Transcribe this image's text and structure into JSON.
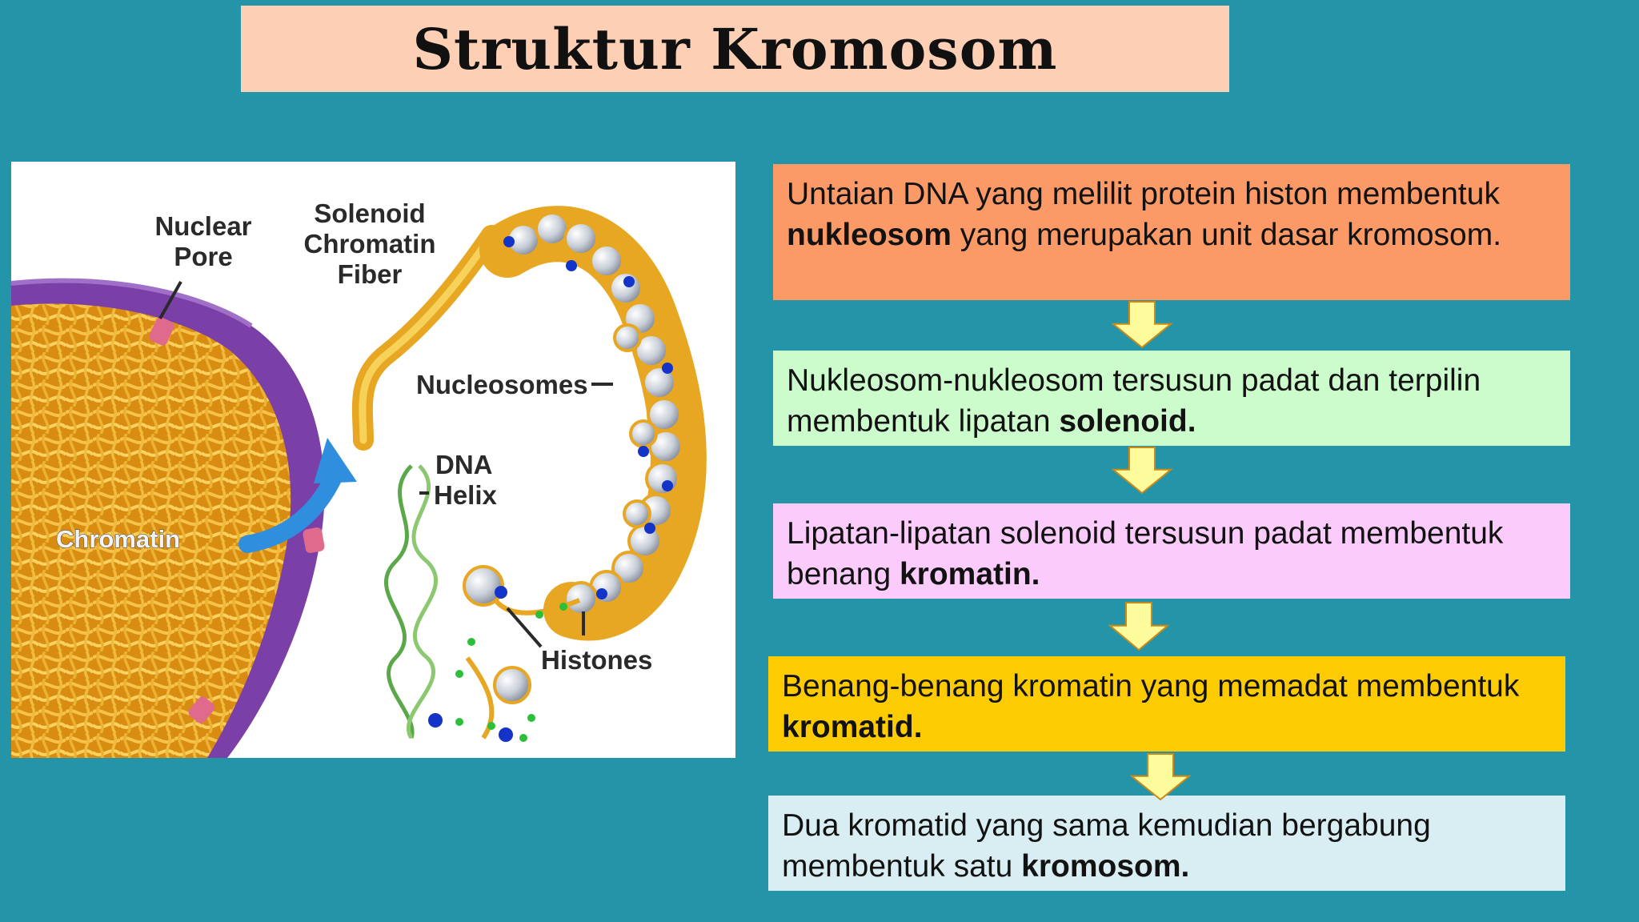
{
  "slide": {
    "title": "Struktur Kromosom"
  },
  "figure": {
    "labels": {
      "nuclear_pore_line1": "Nuclear",
      "nuclear_pore_line2": "Pore",
      "solenoid_line1": "Solenoid",
      "solenoid_line2": "Chromatin",
      "solenoid_line3": "Fiber",
      "nucleosomes": "Nucleosomes",
      "dna_line1": "DNA",
      "dna_line2": "Helix",
      "chromatin": "Chromatin",
      "histones": "Histones"
    },
    "colors": {
      "chromatin_fiber": "#e8a722",
      "nuclear_envelope": "#7b3fa8",
      "nuclear_pore": "#e06a8c",
      "arrow": "#2f8fde",
      "histone": "#c9cfd8",
      "dna_helix": "#5aa84a",
      "marker_blue": "#1433c8",
      "marker_green": "#2bbf3a"
    }
  },
  "steps": [
    {
      "pre": "Untaian DNA yang melilit protein histon membentuk ",
      "bold": "nukleosom",
      "post": " yang merupakan unit dasar kromosom.",
      "color": "#fb9a66"
    },
    {
      "pre": "Nukleosom-nukleosom tersusun padat dan terpilin membentuk lipatan ",
      "bold": "solenoid.",
      "post": "",
      "color": "#ccfccc"
    },
    {
      "pre": "Lipatan-lipatan solenoid tersusun padat membentuk benang ",
      "bold": "kromatin.",
      "post": "",
      "color": "#fbccfb"
    },
    {
      "pre": "Benang-benang kromatin yang memadat membentuk ",
      "bold": "kromatid.",
      "post": "",
      "color": "#fccb02"
    },
    {
      "pre": "Dua kromatid yang sama kemudian bergabung membentuk satu ",
      "bold": "kromosom.",
      "post": "",
      "color": "#d8eef2"
    }
  ],
  "arrow_color": "#fdfb9c"
}
